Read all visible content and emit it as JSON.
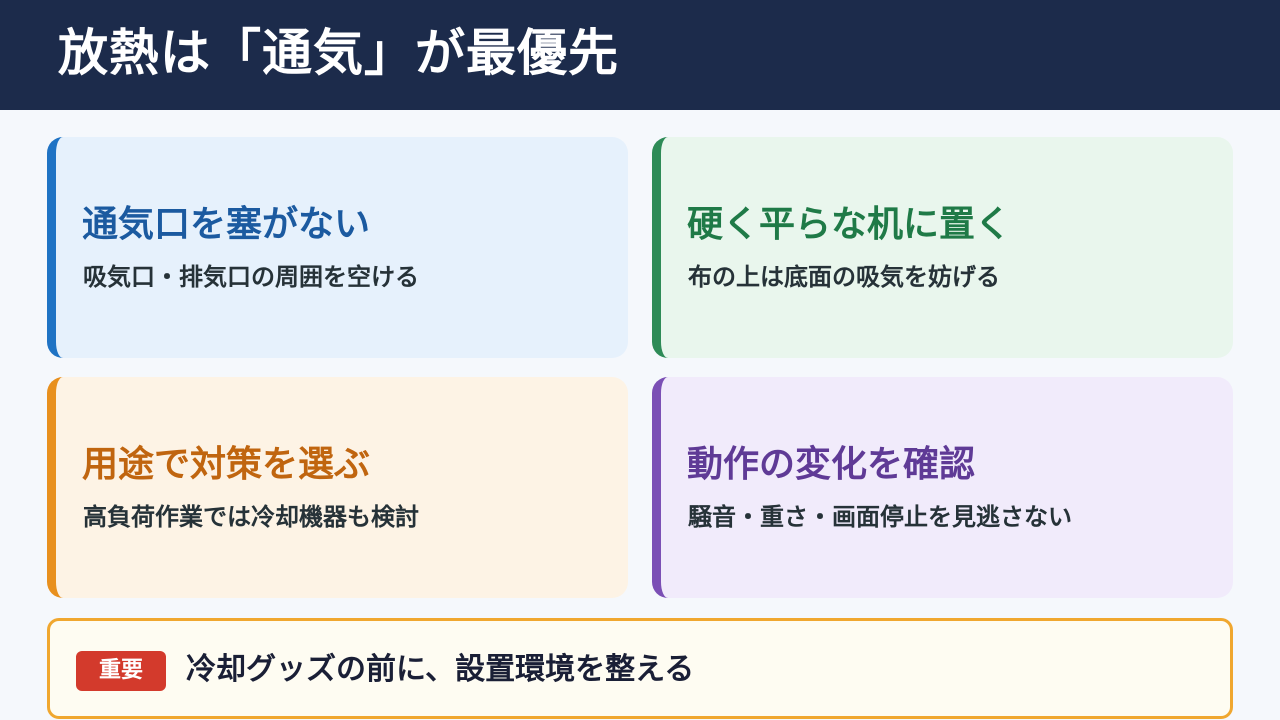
{
  "header": {
    "title": "放熱は「通気」が最優先"
  },
  "colors": {
    "header_bg": "#1c2b4b",
    "card1_accent": "#1f73c4",
    "card1_bg": "#e6f1fc",
    "card1_heading": "#1b5aa0",
    "card2_accent": "#2e8b57",
    "card2_bg": "#e9f6ed",
    "card2_heading": "#1f7a47",
    "card3_accent": "#e8901e",
    "card3_bg": "#fdf3e5",
    "card3_heading": "#c0650f",
    "card4_accent": "#7b4fb5",
    "card4_bg": "#f1ebfb",
    "card4_heading": "#5f3a96",
    "note_border": "#f0a72f",
    "note_bg": "#fefcf2",
    "badge_bg": "#d33a2c"
  },
  "cards": [
    {
      "heading": "通気口を塞がない",
      "sub": "吸気口・排気口の周囲を空ける"
    },
    {
      "heading": "硬く平らな机に置く",
      "sub": "布の上は底面の吸気を妨げる"
    },
    {
      "heading": "用途で対策を選ぶ",
      "sub": "高負荷作業では冷却機器も検討"
    },
    {
      "heading": "動作の変化を確認",
      "sub": "騒音・重さ・画面停止を見逃さない"
    }
  ],
  "note": {
    "badge": "重要",
    "text": "冷却グッズの前に、設置環境を整える"
  }
}
